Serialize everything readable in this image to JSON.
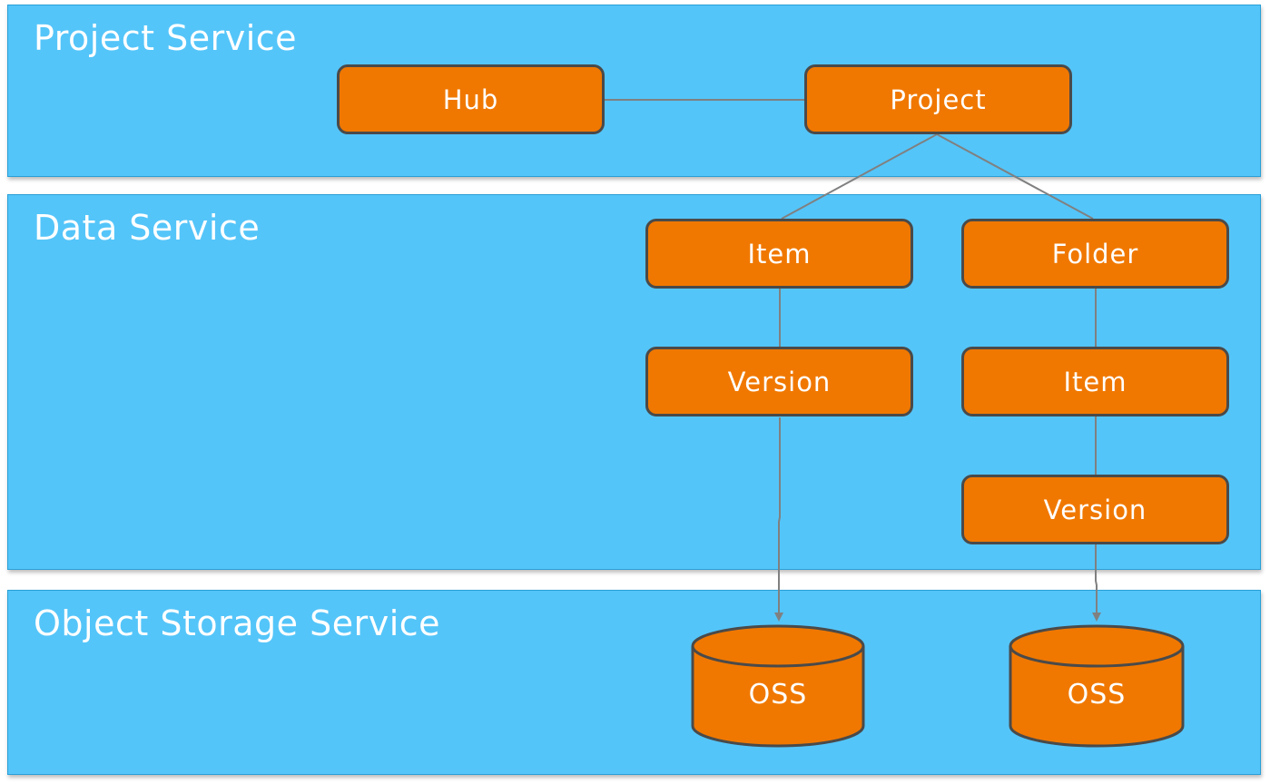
{
  "layers": {
    "project_service": "Project Service",
    "data_service": "Data Service",
    "object_storage_service": "Object Storage Service"
  },
  "nodes": {
    "hub": "Hub",
    "project": "Project",
    "item_left": "Item",
    "folder": "Folder",
    "version_left": "Version",
    "item_right": "Item",
    "version_right": "Version",
    "oss_left": "OSS",
    "oss_right": "OSS"
  },
  "colors": {
    "band_fill": "#54c5f9",
    "band_border": "#2a9fd6",
    "node_fill": "#f07800",
    "node_border": "#4a4a4a",
    "connector": "#808080"
  }
}
